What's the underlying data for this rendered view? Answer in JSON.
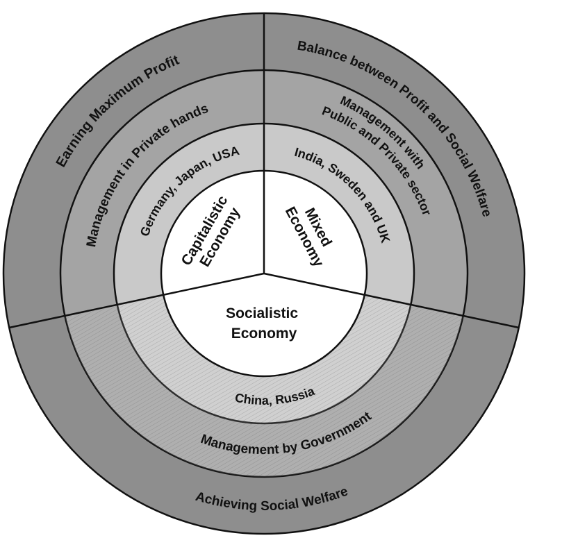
{
  "diagram": {
    "capitalistic": {
      "center_label_line1": "Capitalistic",
      "center_label_line2": "Economy",
      "countries": "Germany, Japan, USA",
      "management": "Management in Private hands",
      "objective": "Earning Maximum Profit"
    },
    "mixed": {
      "center_label_line1": "Mixed",
      "center_label_line2": "Economy",
      "countries": "India, Sweden and UK",
      "management_line1": "Management with",
      "management_line2": "Public and Private sector",
      "objective": "Balance between Profit and Social Welfare"
    },
    "socialistic": {
      "center_label_line1": "Socialistic",
      "center_label_line2": "Economy",
      "countries": "China, Russia",
      "management": "Management by Government",
      "objective": "Achieving Social Welfare"
    },
    "colors": {
      "outer_ring": "#8e8e8e",
      "middle_ring": "#a4a4a4",
      "inner_ring": "#c9c9c9",
      "center": "#ffffff",
      "stroke": "#111111"
    }
  }
}
